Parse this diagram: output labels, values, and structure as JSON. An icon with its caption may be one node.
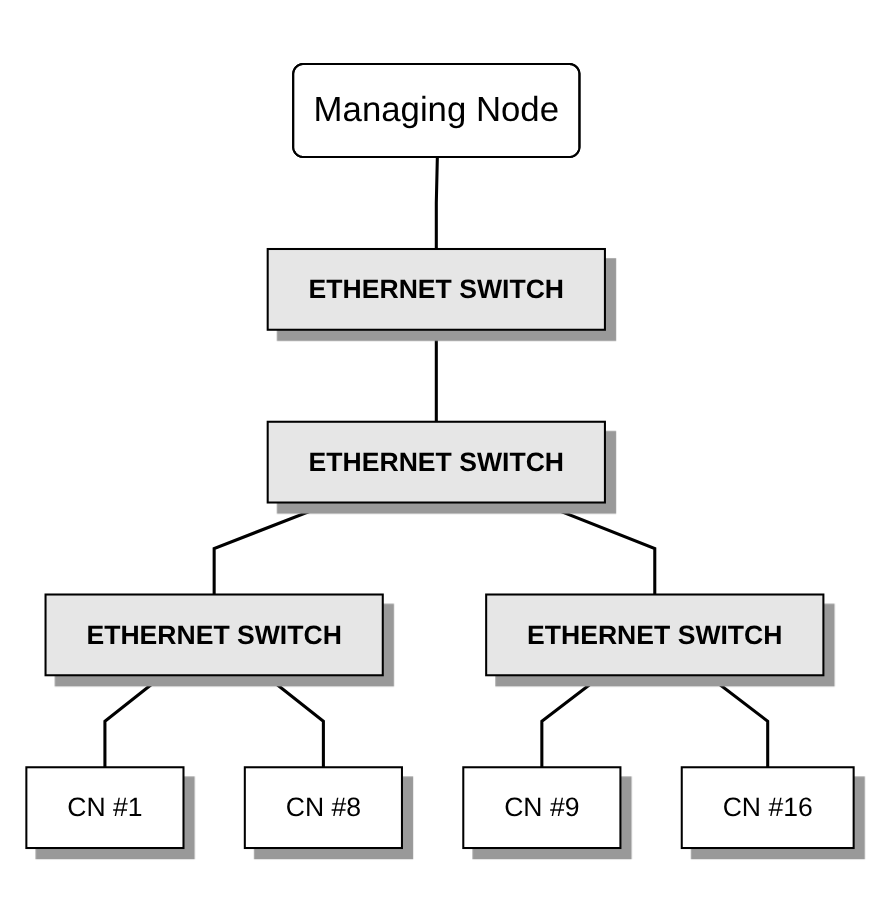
{
  "diagram": {
    "nodes": [
      {
        "text": [
          "Managing Node"
        ]
      },
      {
        "text": [
          "ETHERNET SWITCH"
        ]
      },
      {
        "text": [
          "ETHERNET SWITCH"
        ]
      },
      {
        "text": [
          "ETHERNET SWITCH"
        ]
      },
      {
        "text": [
          "ETHERNET SWITCH"
        ]
      },
      {
        "text": [
          "CN #1"
        ]
      },
      {
        "text": [
          "CN #8"
        ]
      },
      {
        "text": [
          "CN #9"
        ]
      },
      {
        "text": [
          "CN #16"
        ]
      }
    ],
    "edges": [
      {
        "from": 0,
        "to": 1,
        "arrow": "none"
      },
      {
        "from": 1,
        "to": 2,
        "arrow": "none"
      },
      {
        "from": 2,
        "to": 3,
        "arrow": "none"
      },
      {
        "from": 2,
        "to": 4,
        "arrow": "none"
      },
      {
        "from": 3,
        "to": 5,
        "arrow": "none"
      },
      {
        "from": 3,
        "to": 6,
        "arrow": "none"
      },
      {
        "from": 4,
        "to": 7,
        "arrow": "none"
      },
      {
        "from": 4,
        "to": 8,
        "arrow": "none"
      }
    ]
  }
}
